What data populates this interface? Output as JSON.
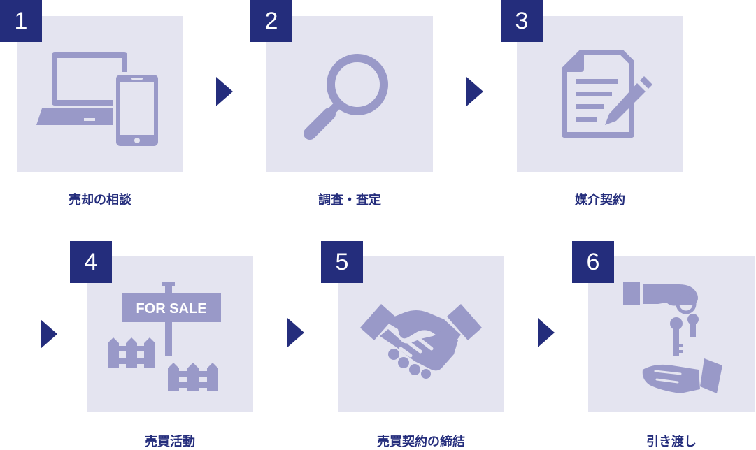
{
  "steps": [
    {
      "number": "1",
      "label": "売却の相談",
      "icon": "devices-icon"
    },
    {
      "number": "2",
      "label": "調査・査定",
      "icon": "magnifier-icon"
    },
    {
      "number": "3",
      "label": "媒介契約",
      "icon": "contract-icon"
    },
    {
      "number": "4",
      "label": "売買活動",
      "icon": "for-sale-sign-icon",
      "sign_text": "FOR SALE"
    },
    {
      "number": "5",
      "label": "売買契約の締結",
      "icon": "handshake-icon"
    },
    {
      "number": "6",
      "label": "引き渡し",
      "icon": "key-handover-icon"
    }
  ],
  "colors": {
    "badge": "#242d7c",
    "card": "#e4e4f0",
    "icon": "#9999c8",
    "label": "#242d7c"
  }
}
